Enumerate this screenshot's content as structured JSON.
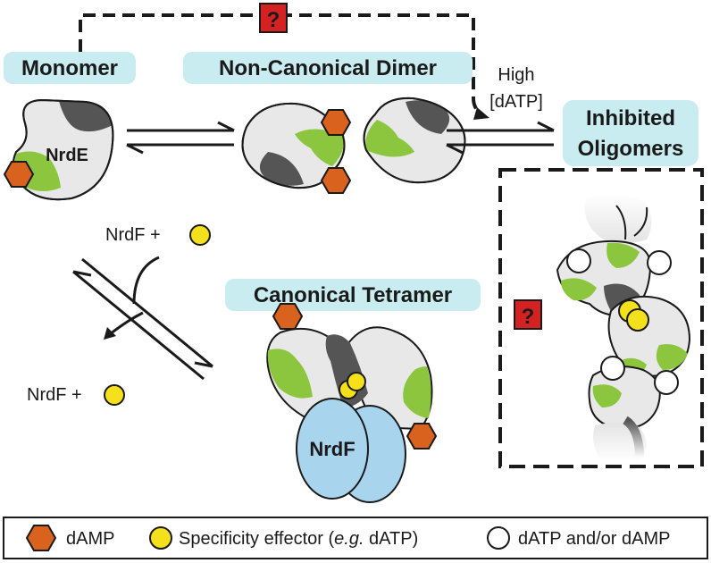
{
  "labels": {
    "monomer": "Monomer",
    "nc_dimer": "Non-Canonical Dimer",
    "inhibited_line1": "Inhibited",
    "inhibited_line2": "Oligomers",
    "tetramer": "Canonical Tetramer",
    "nrde": "NrdE",
    "nrdf": "NrdF",
    "high": "High",
    "datp_bracket": "[dATP]",
    "nrdf_plus_top": "NrdF +",
    "nrdf_plus_bottom": "NrdF +",
    "question": "?"
  },
  "legend": {
    "damp": "dAMP",
    "specificity_prefix": "Specificity effector (",
    "specificity_eg": "e.g.",
    "specificity_suffix": " dATP)",
    "datp_damp": "dATP and/or dAMP"
  },
  "colors": {
    "label_bg": "#c9ecf1",
    "protein_gray": "#e8e8e8",
    "dark_gray": "#555555",
    "green": "#8cc63f",
    "orange": "#d9631e",
    "yellow": "#f5e01c",
    "nrdf_blue": "#a8d4ee",
    "question_red": "#d42121"
  }
}
